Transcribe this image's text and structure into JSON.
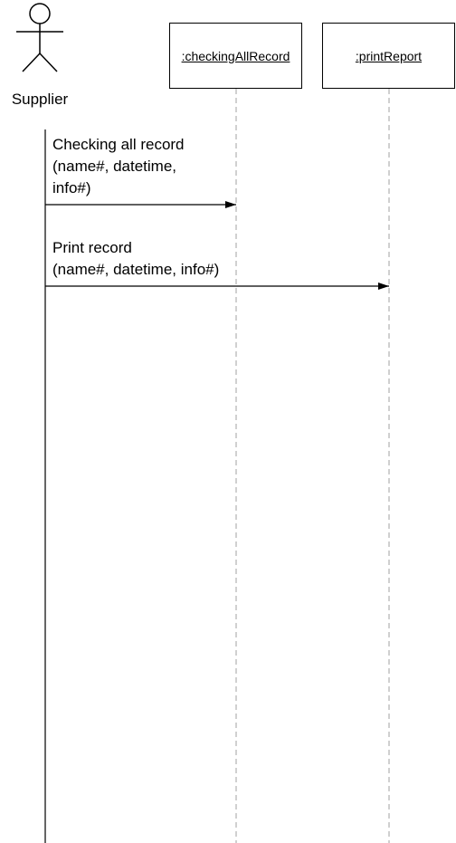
{
  "actor": {
    "name": "Supplier"
  },
  "objects": [
    {
      "name": ":checkingAllRecord"
    },
    {
      "name": ":printReport"
    }
  ],
  "messages": [
    {
      "label": "Checking all record\n(name#, datetime,\ninfo#)",
      "from": "Supplier",
      "to": ":checkingAllRecord"
    },
    {
      "label": "Print record\n(name#, datetime, info#)",
      "from": "Supplier",
      "to": ":printReport"
    }
  ],
  "colors": {
    "line": "#000000",
    "lifeline_dashed": "#a0a0a0",
    "background": "#ffffff"
  }
}
